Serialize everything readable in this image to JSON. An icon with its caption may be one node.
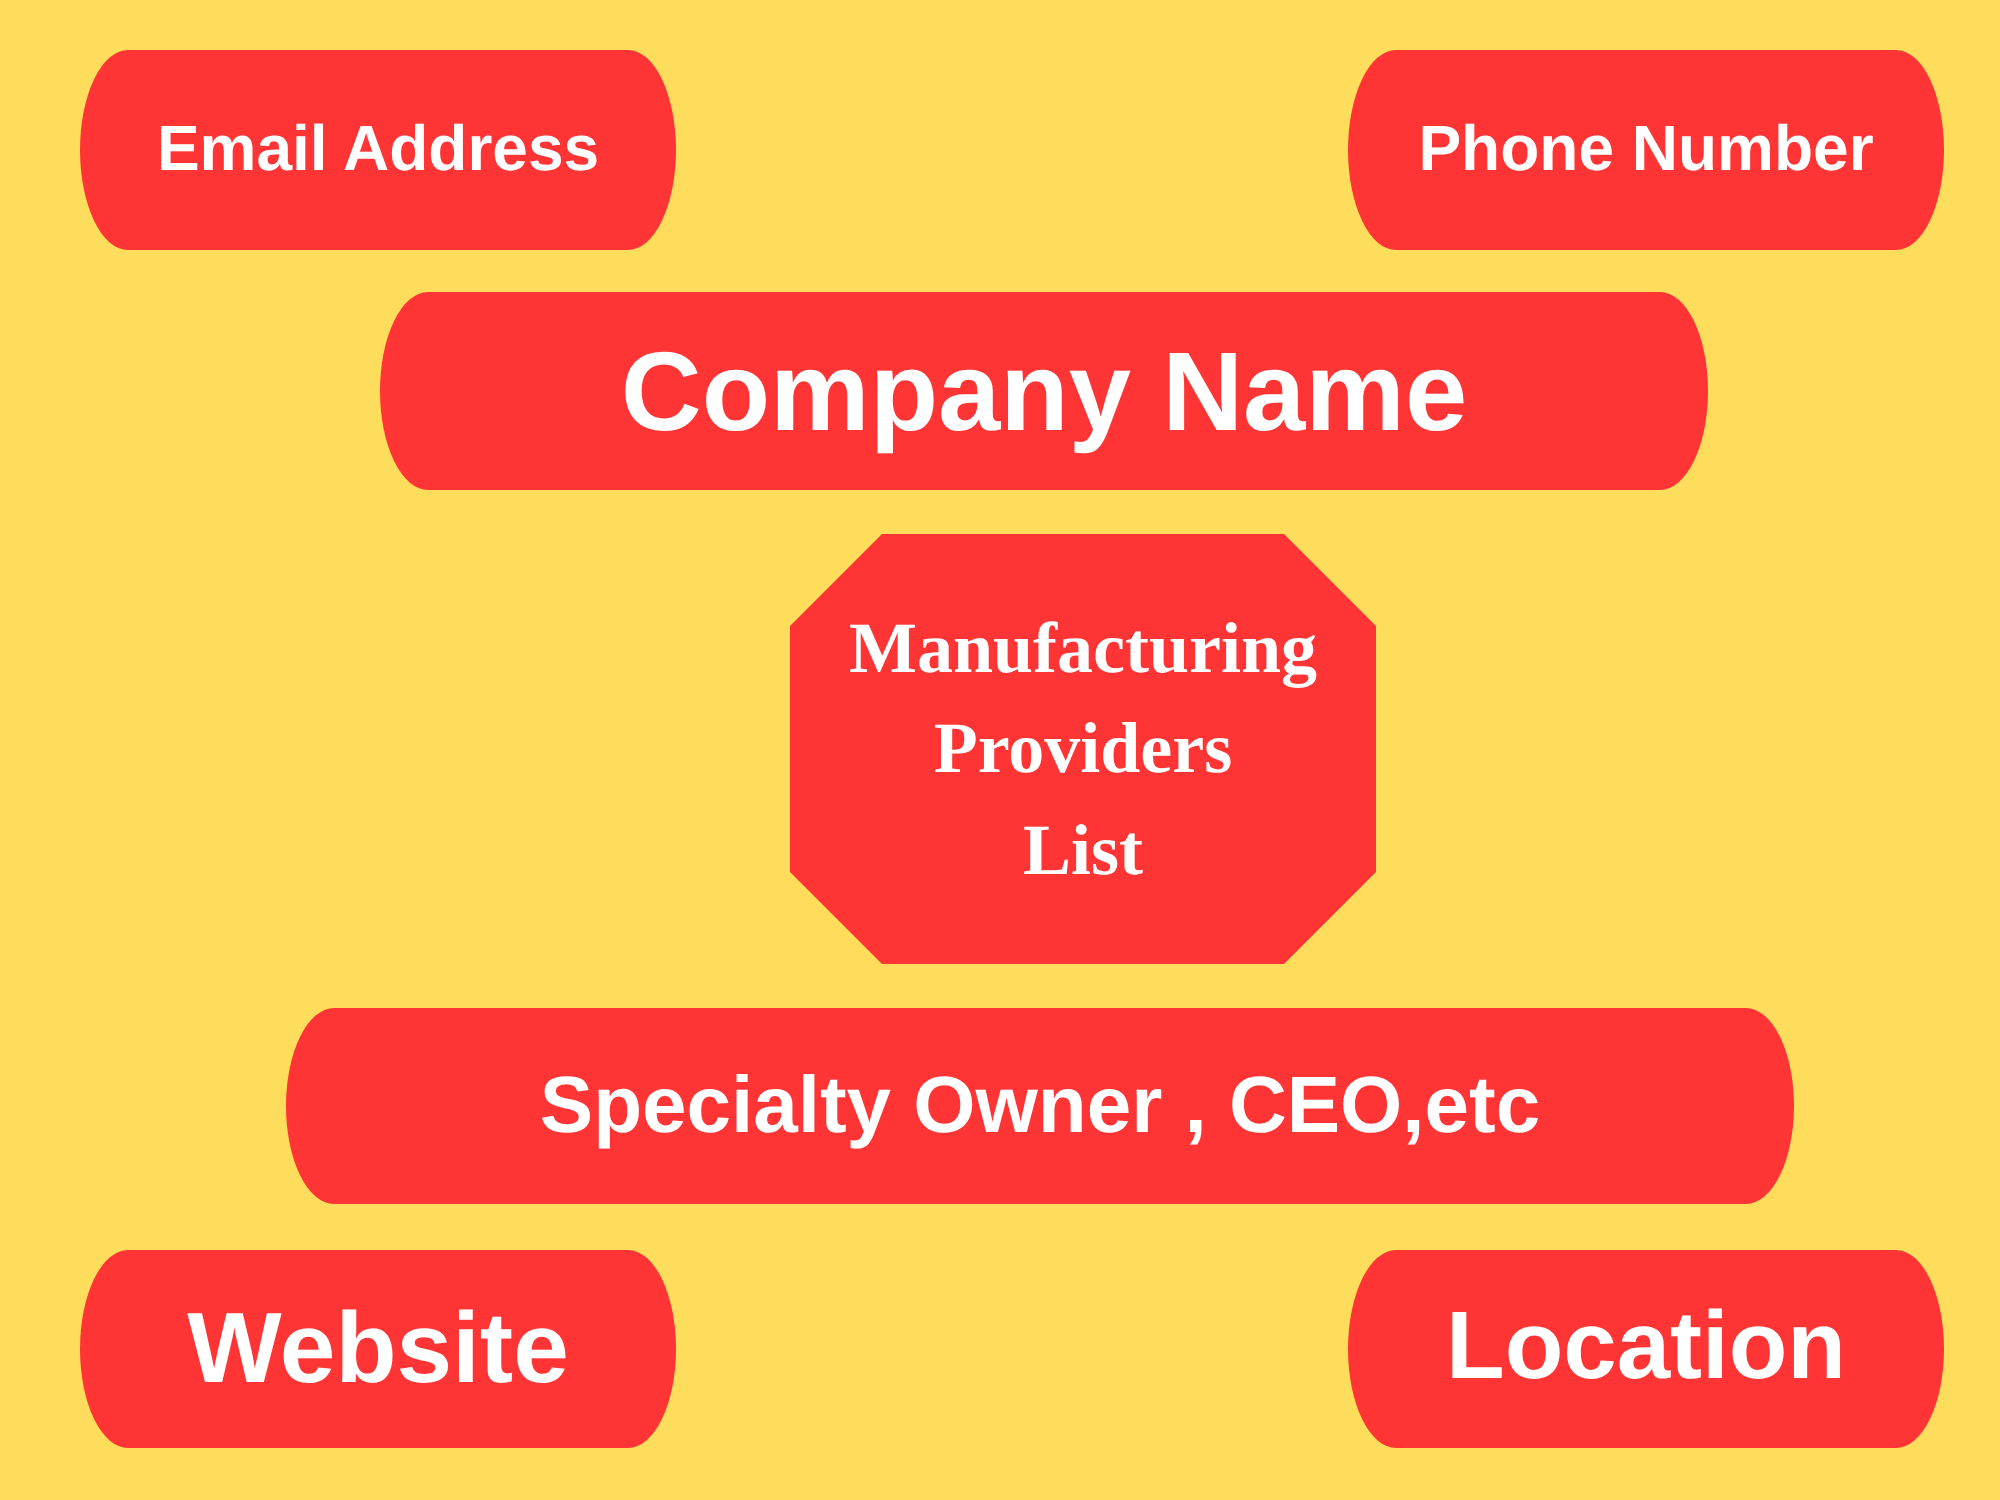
{
  "diagram": {
    "nodes": [
      {
        "text": [
          "Email Address"
        ]
      },
      {
        "text": [
          "Phone Number"
        ]
      },
      {
        "text": [
          "Company Name"
        ]
      },
      {
        "text": [
          "Manufacturing Providers List"
        ]
      },
      {
        "text": [
          "Specialty Owner , CEO,etc"
        ]
      },
      {
        "text": [
          "Website"
        ]
      },
      {
        "text": [
          "Location"
        ]
      }
    ]
  }
}
